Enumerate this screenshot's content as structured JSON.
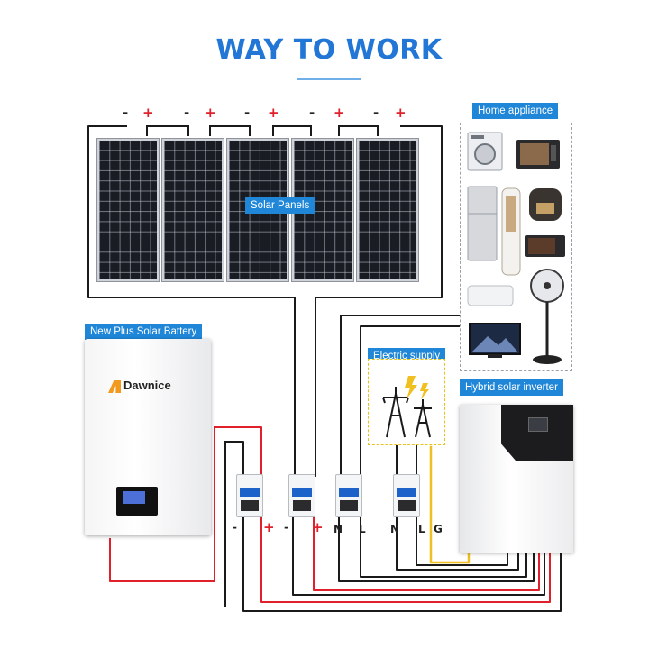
{
  "title": "WAY TO WORK",
  "labels": {
    "solar_panels": "Solar Panels",
    "home_appliance": "Home appliance",
    "battery": "New Plus Solar Battery",
    "electric_supply": "Electric supply",
    "inverter": "Hybrid solar inverter"
  },
  "battery_brand": "Dawnice",
  "panel_polarity": [
    "-",
    "+",
    "-",
    "+",
    "-",
    "+",
    "-",
    "+",
    "-",
    "+"
  ],
  "terminals": {
    "b1_neg": "-",
    "b1_pos": "+",
    "b2_neg": "-",
    "b2_pos": "+",
    "b3_n": "N",
    "b3_l": "L",
    "b4_n": "N",
    "b4_l": "L",
    "b4_g": "G"
  },
  "colors": {
    "title": "#2277d6",
    "label_bg": "#1f86d8",
    "wire_black": "#1a1a1a",
    "wire_red": "#e0202a",
    "wire_yellow": "#f0c020",
    "supply_border": "#e9c21b"
  },
  "appliance_icons": [
    "washing-machine-icon",
    "oven-icon",
    "refrigerator-icon",
    "air-conditioner-tower-icon",
    "rice-cooker-icon",
    "microwave-icon",
    "wall-ac-icon",
    "fan-icon",
    "tv-icon"
  ]
}
